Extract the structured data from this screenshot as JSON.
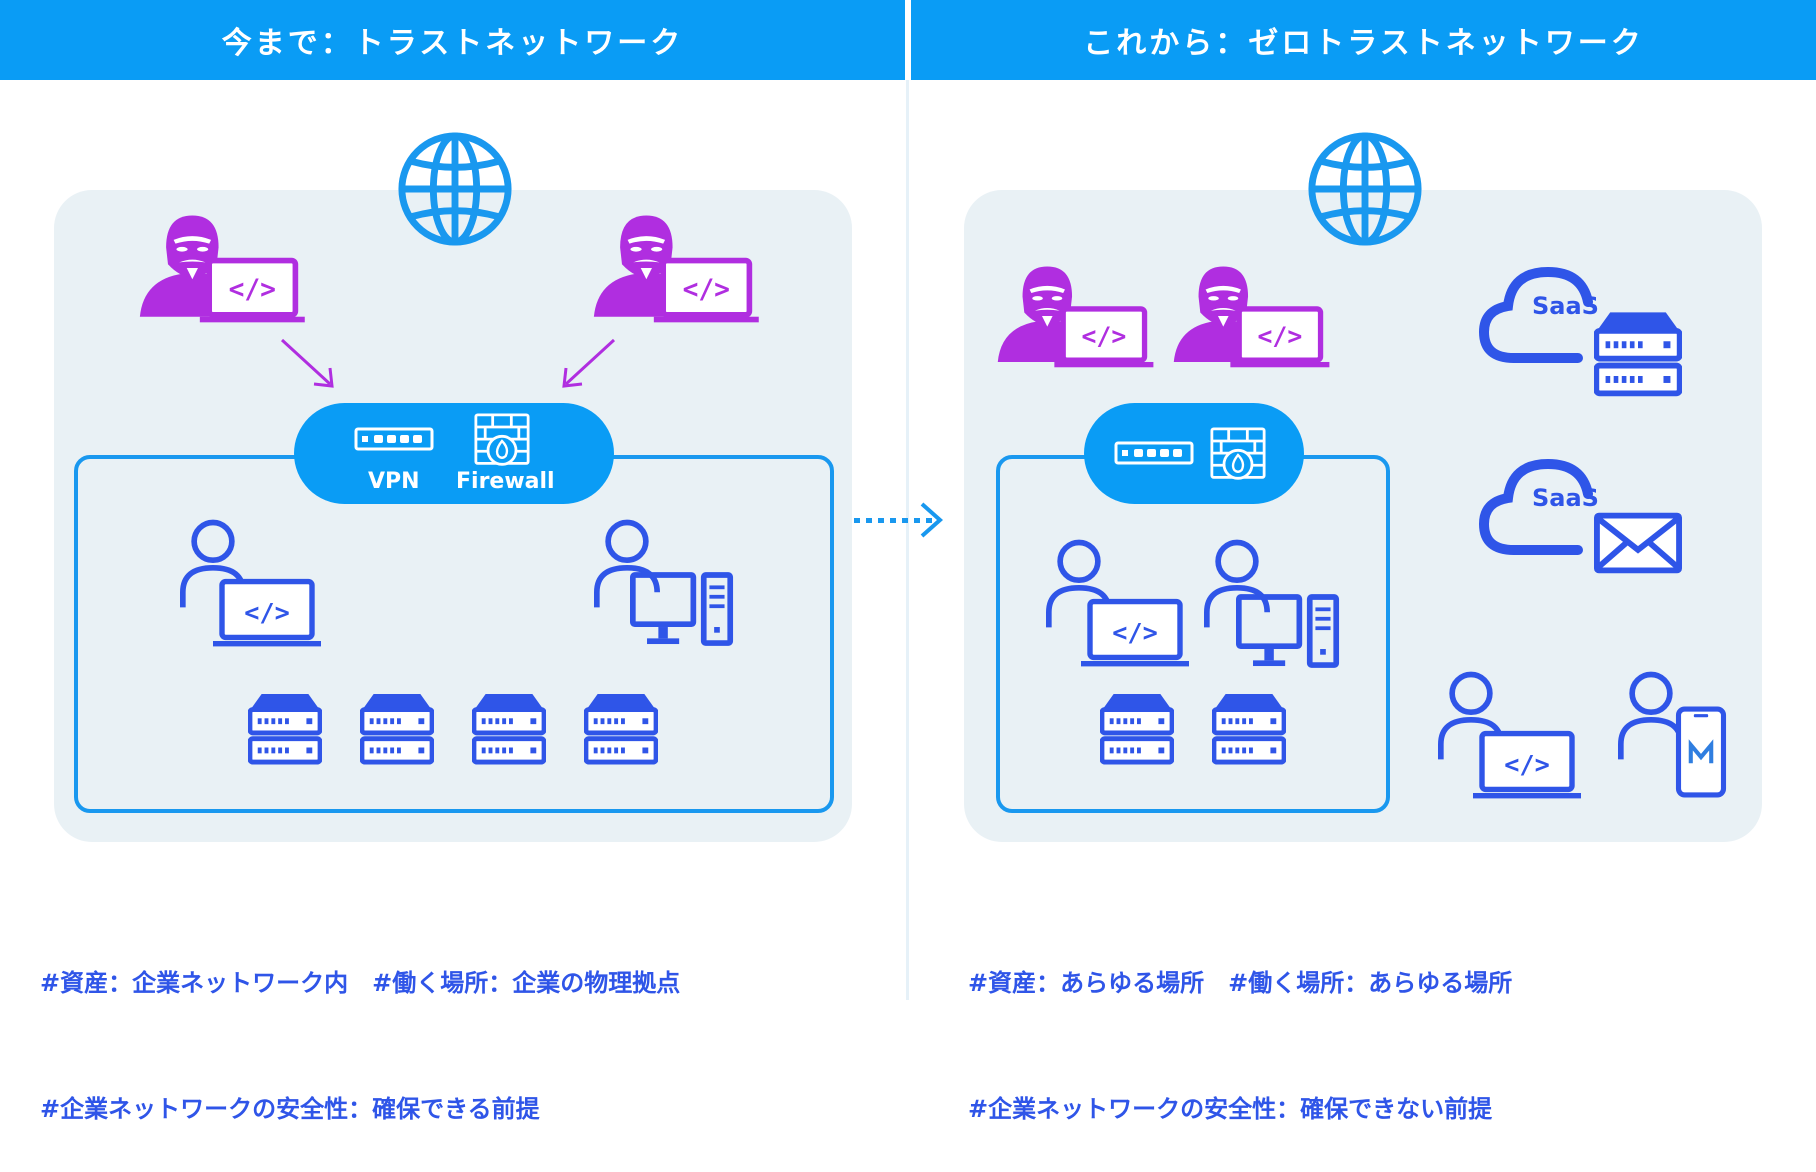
{
  "headers": {
    "left": "今まで：トラストネットワーク",
    "right": "これから：ゼロトラストネットワーク"
  },
  "gateway_left": {
    "vpn_label": "VPN",
    "firewall_label": "Firewall"
  },
  "saas": {
    "server_label": "SaaS",
    "mail_label": "SaaS"
  },
  "notes_left": {
    "line1": "#資産：企業ネットワーク内　#働く場所：企業の物理拠点",
    "line2": "#企業ネットワークの安全性：確保できる前提"
  },
  "notes_right": {
    "line1": "#資産：あらゆる場所　#働く場所：あらゆる場所",
    "line2": "#企業ネットワークの安全性：確保できない前提"
  },
  "colors": {
    "header": "#0a9cf5",
    "panel": "#e9f1f5",
    "accent_blue": "#2f55e8",
    "globe_blue": "#1998ef",
    "attacker_purple": "#b02ee0"
  },
  "icons": [
    "globe-icon",
    "attacker-icon",
    "laptop-icon",
    "user-icon",
    "desktop-pc-icon",
    "server-icon",
    "router-icon",
    "firewall-icon",
    "saas-cloud-icon",
    "mail-icon",
    "smartphone-icon",
    "arrow-icon"
  ]
}
